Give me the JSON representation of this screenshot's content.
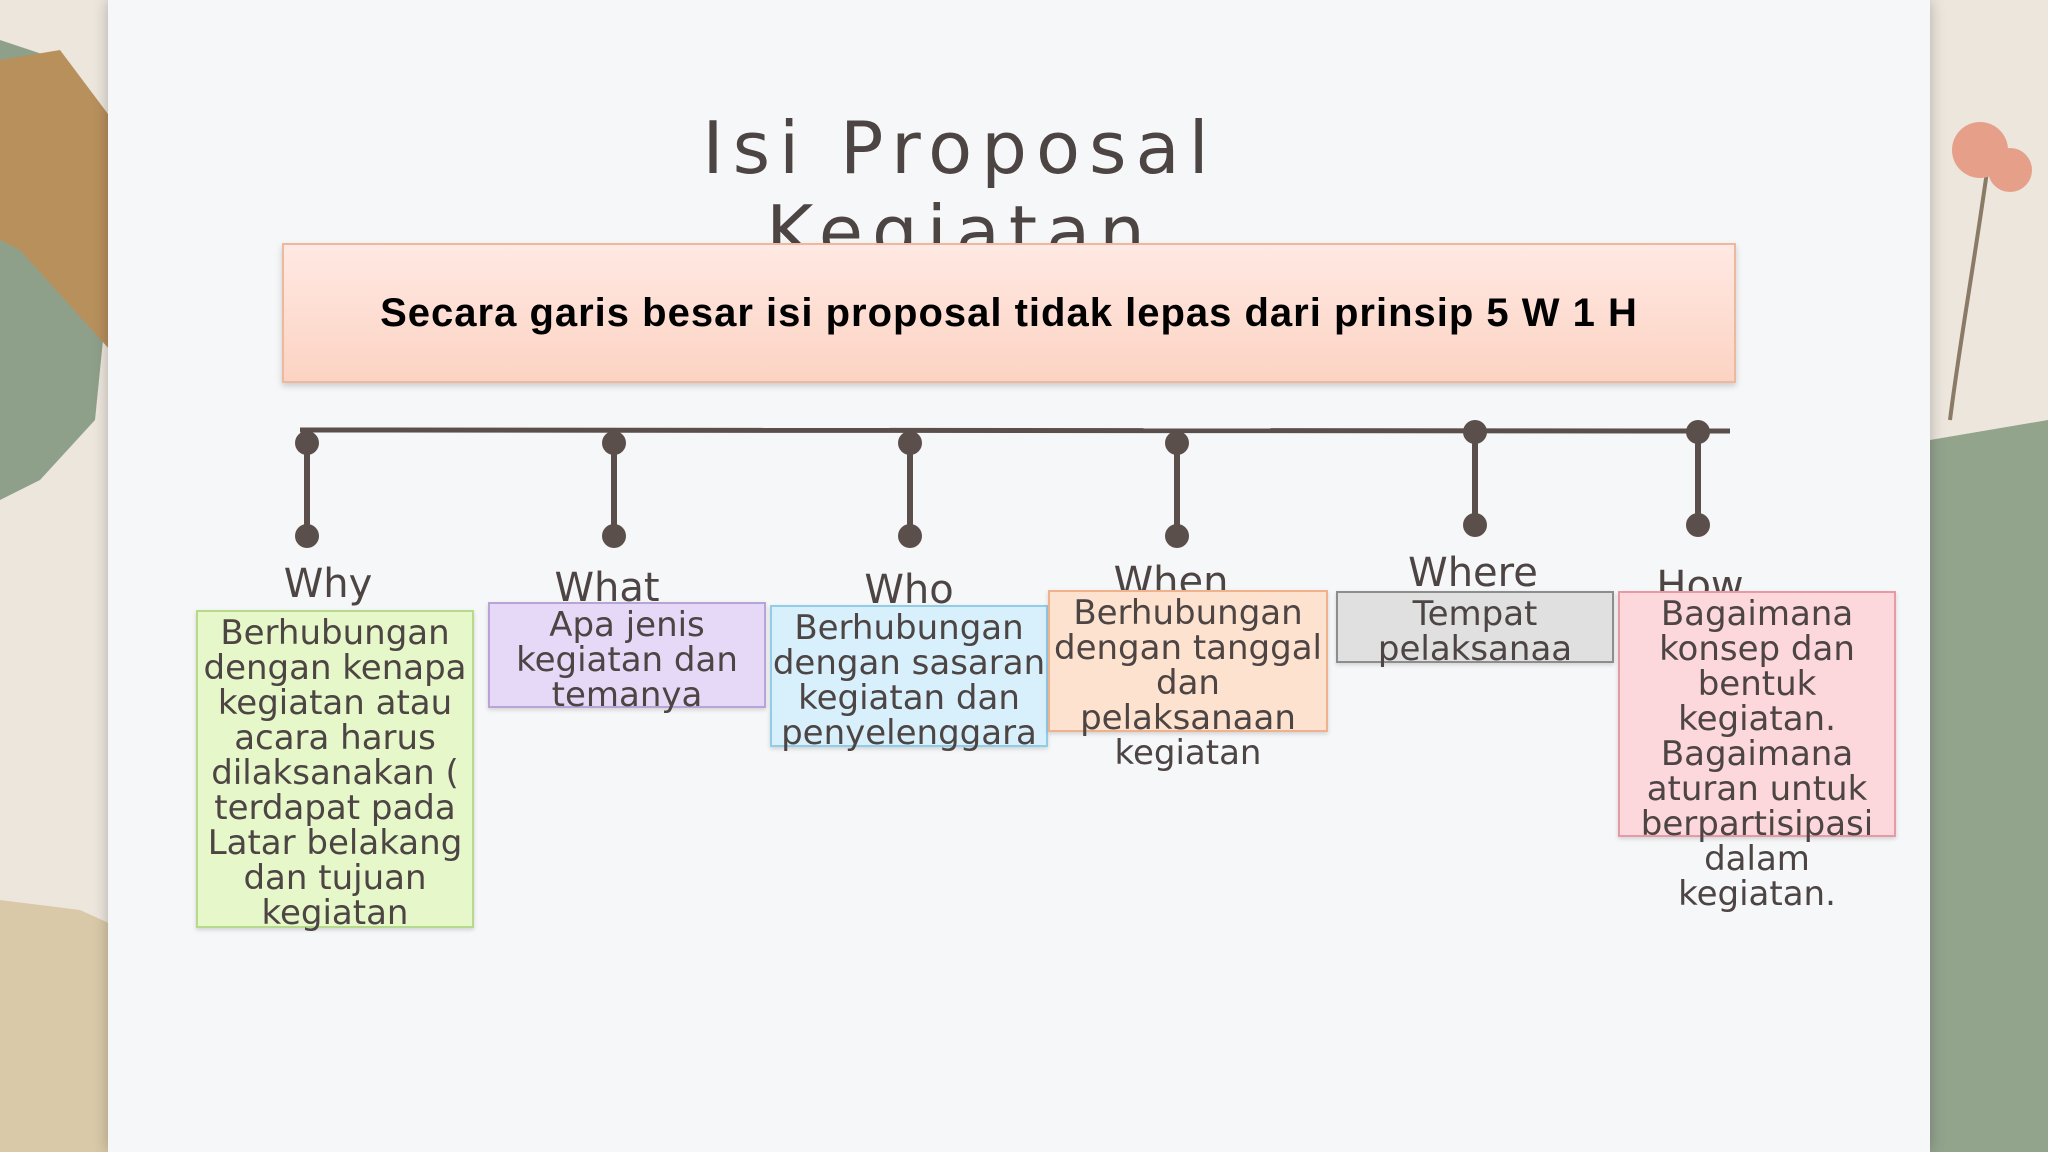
{
  "slide": {
    "title": "Isi Proposal Kegiatan",
    "banner": "Secara garis besar isi proposal tidak lepas dari prinsip 5 W 1 H"
  },
  "items": [
    {
      "label": "Why",
      "text": "Berhubungan dengan kenapa kegiatan atau acara harus dilaksanakan ( terdapat pada Latar belakang dan tujuan kegiatan",
      "color": "#e6f7c9"
    },
    {
      "label": "What",
      "text": "Apa jenis kegiatan dan temanya",
      "color": "#e6d9f7"
    },
    {
      "label": "Who",
      "text": "Berhubungan dengan sasaran kegiatan dan penyelenggara",
      "color": "#d8f0fb"
    },
    {
      "label": "When",
      "text": "Berhubungan dengan tanggal dan pelaksanaan kegiatan",
      "color": "#fde3cf"
    },
    {
      "label": "Where",
      "text": "Tempat pelaksanaa",
      "color": "#e0e0e0"
    },
    {
      "label": "How",
      "text": "Bagaimana konsep dan bentuk kegiatan. Bagaimana aturan untuk berpartisipasi dalam kegiatan.",
      "color": "#fcd7db"
    }
  ],
  "colors": {
    "line": "#5b4f4c",
    "title": "#4d4444",
    "banner_bg": "#fde0d5"
  }
}
